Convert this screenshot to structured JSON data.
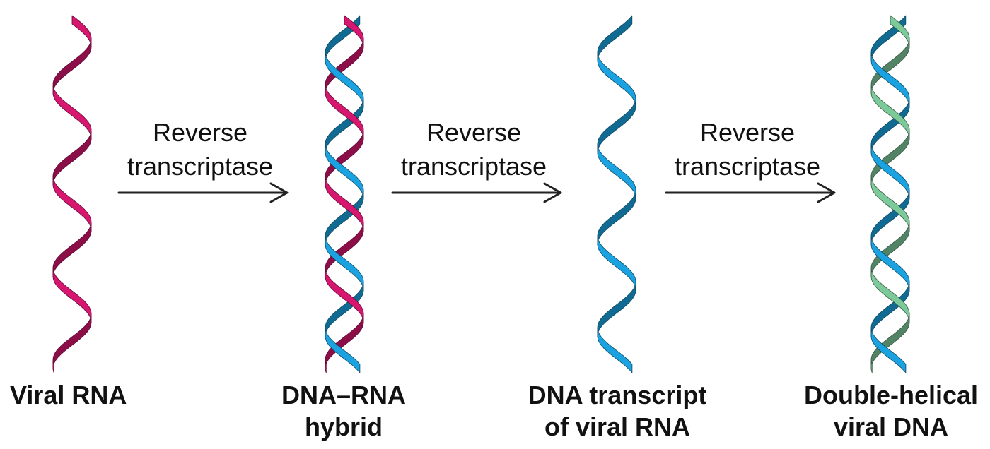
{
  "colors": {
    "viral_rna": "#d6166f",
    "dna_strand": "#1aa3e0",
    "new_dna_strand": "#7cc99a",
    "text": "#111111",
    "arrow": "#222222"
  },
  "stages": [
    {
      "label_line1": "Viral RNA",
      "label_line2": ""
    },
    {
      "label_line1": "DNA–RNA",
      "label_line2": "hybrid"
    },
    {
      "label_line1": "DNA transcript",
      "label_line2": "of viral RNA"
    },
    {
      "label_line1": "Double-helical",
      "label_line2": "viral DNA"
    }
  ],
  "arrows": [
    {
      "line1": "Reverse",
      "line2": "transcriptase"
    },
    {
      "line1": "Reverse",
      "line2": "transcriptase"
    },
    {
      "line1": "Reverse",
      "line2": "transcriptase"
    }
  ]
}
